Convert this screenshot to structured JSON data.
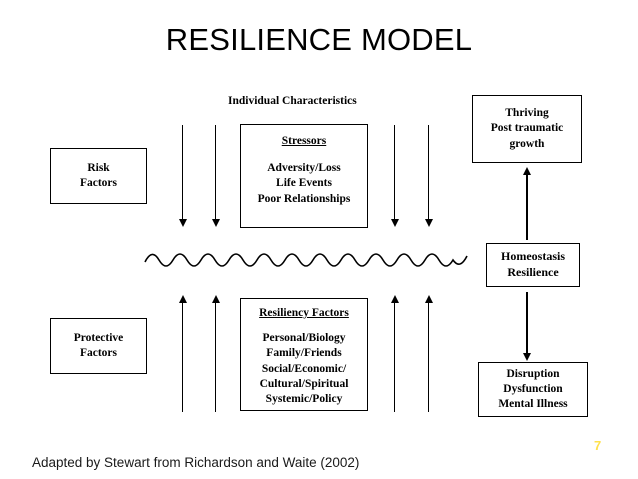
{
  "slide": {
    "title": "RESILIENCE MODEL",
    "page_number": "7",
    "footer": "Adapted by Stewart from Richardson and Waite (2002)",
    "background_color": "#ffffff",
    "page_number_color": "#ffe14d"
  },
  "labels": {
    "individual_characteristics": "Individual Characteristics"
  },
  "boxes": {
    "risk_factors": {
      "lines": [
        "Risk",
        "Factors"
      ]
    },
    "protective_factors": {
      "lines": [
        "Protective",
        "Factors"
      ]
    },
    "stressors": {
      "heading": "Stressors",
      "lines": [
        "Adversity/Loss",
        "Life Events",
        "Poor Relationships"
      ]
    },
    "resiliency_factors": {
      "heading": "Resiliency Factors",
      "lines": [
        "Personal/Biology",
        "Family/Friends",
        "Social/Economic/",
        "Cultural/Spiritual",
        "Systemic/Policy"
      ]
    },
    "thriving": {
      "lines": [
        "Thriving",
        "Post traumatic",
        "growth"
      ]
    },
    "homeostasis": {
      "lines": [
        "Homeostasis",
        "Resilience"
      ]
    },
    "disruption": {
      "lines": [
        "Disruption",
        "Dysfunction",
        "Mental Illness"
      ]
    }
  },
  "connectors": {
    "wave_label": "disruption-wave",
    "down_arrows": 4,
    "up_arrows": 4,
    "thriving_arrow": "up",
    "disruption_arrow": "down"
  }
}
